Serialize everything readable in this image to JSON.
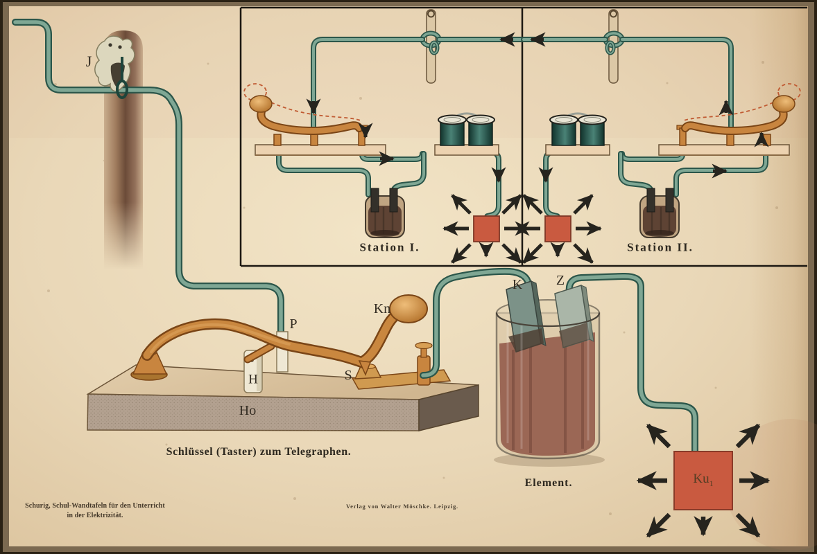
{
  "labels": {
    "insulator": "J",
    "support_plate": "P",
    "knob": "Kn",
    "lever_post": "H",
    "contact": "S",
    "base_board": "Ho",
    "carbon_electrode": "K",
    "zinc_electrode": "Z",
    "earth_plate": "Ku",
    "earth_plate_subscript": "1"
  },
  "captions": {
    "station1": "Station I.",
    "station2": "Station II.",
    "key": "Schlüssel (Taster) zum Telegraphen.",
    "element": "Element."
  },
  "footer": {
    "series_line1": "Schurig, Schul-Wandtafeln für den Unterricht",
    "series_line2": "in der Elektrizität.",
    "publisher": "Verlag von Walter Möschke. Leipzig."
  },
  "colors": {
    "paper": "#e9d7b7",
    "frame_band": "#7b6950",
    "frame_edge": "#2a2114",
    "wire": "#7fa794",
    "wire_outline": "#2b564a",
    "brass": "#c8853f",
    "brass_outline": "#7a4516",
    "coil": "#2f6157",
    "red_plate": "#c95a40",
    "arrow": "#26241e",
    "text": "#352e24"
  }
}
